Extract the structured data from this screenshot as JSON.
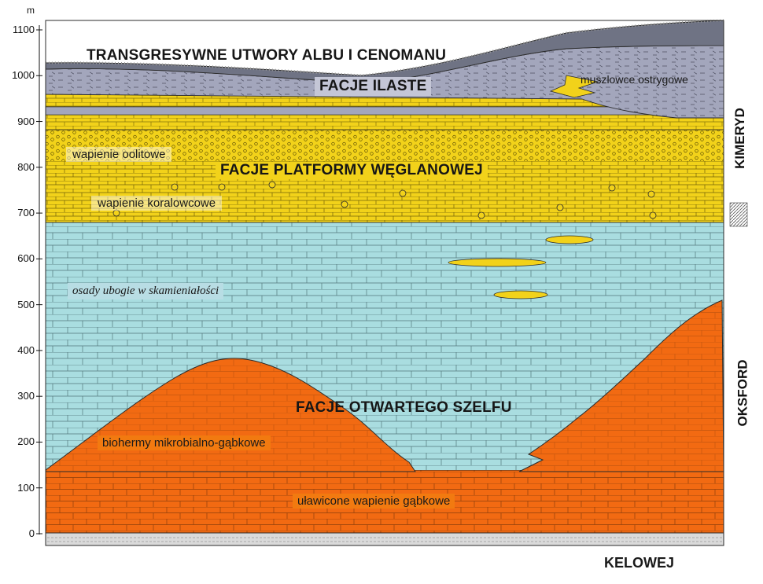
{
  "axis": {
    "unit": "m",
    "ticks": [
      "1100",
      "1000",
      "900",
      "800",
      "700",
      "600",
      "500",
      "400",
      "300",
      "200",
      "100",
      "0"
    ]
  },
  "labels": {
    "alb_cenoman": "TRANSGRESYWNE UTWORY ALBU I CENOMANU",
    "facje_ilaste": "FACJE ILASTE",
    "muszlowce": "muszlowce ostrygowe",
    "wapienie_oolitowe": "wapienie oolitowe",
    "facje_platformy": "FACJE PLATFORMY WĘGLANOWEJ",
    "wapienie_koralowcowe": "wapienie koralowcowe",
    "osady_ubogie": "osady ubogie w skamieniałości",
    "facje_szelfu": "FACJE OTWARTEGO SZELFU",
    "biohermy": "biohermy mikrobialno-gąbkowe",
    "ulawicone": "uławicone wapienie gąbkowe",
    "kimeryd": "KIMERYD",
    "oksford": "OKSFORD",
    "kelowej": "KELOWEJ"
  },
  "colors": {
    "clay": "#a3a6bc",
    "clay_dark": "#6f7384",
    "platform": "#f2d21a",
    "shelf_basin": "#a9dde0",
    "bioherm": "#f26a12",
    "basement": "#dadada",
    "line": "#2b2b2b"
  }
}
